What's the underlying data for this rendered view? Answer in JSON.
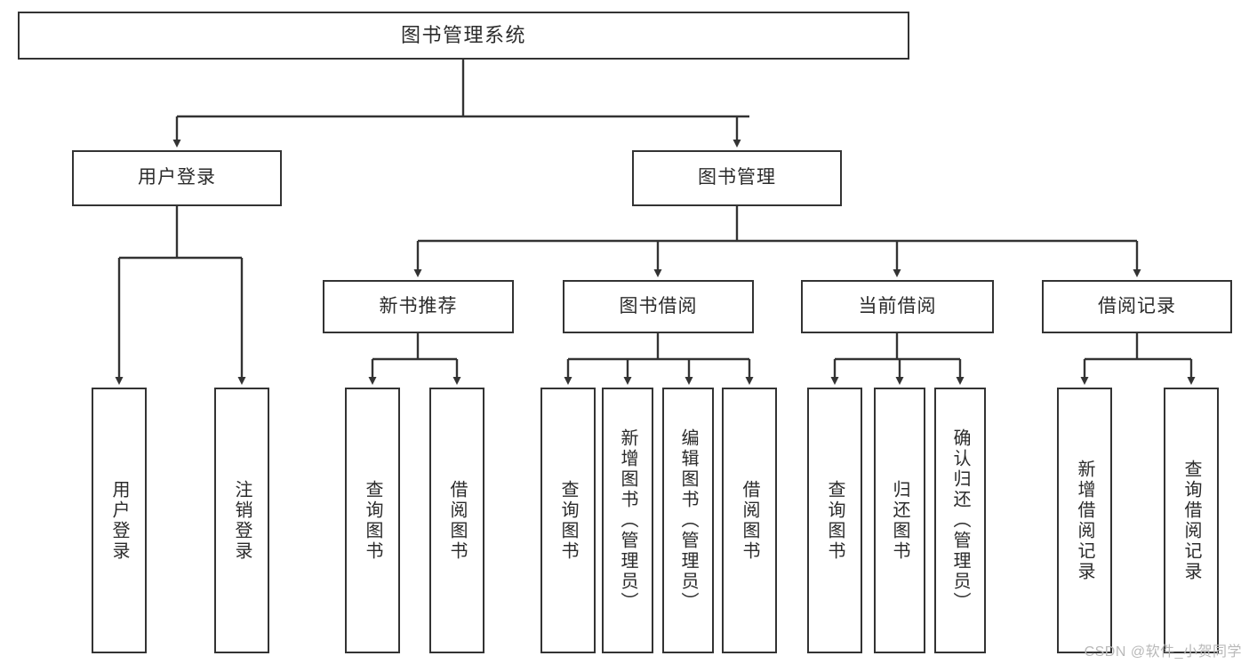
{
  "diagram": {
    "type": "tree-hierarchy-chart",
    "title": "图书管理系统",
    "orientation": "top-down",
    "colors": {
      "box_border": "#333333",
      "box_fill": "#ffffff",
      "connector": "#333333",
      "text": "#2b2b2b",
      "watermark": "#b9b9b9",
      "background": "#ffffff"
    },
    "levels": {
      "root": {
        "label": "图书管理系统"
      },
      "level2": [
        {
          "label": "用户登录"
        },
        {
          "label": "图书管理"
        }
      ],
      "level3": [
        {
          "label": "新书推荐"
        },
        {
          "label": "图书借阅"
        },
        {
          "label": "当前借阅"
        },
        {
          "label": "借阅记录"
        }
      ],
      "leaves": {
        "user_login": [
          {
            "label": "用户登录"
          },
          {
            "label": "注销登录"
          }
        ],
        "new_book_recommend": [
          {
            "label": "查询图书"
          },
          {
            "label": "借阅图书"
          }
        ],
        "book_borrow": [
          {
            "label": "查询图书"
          },
          {
            "label": "新增图书（管理员）"
          },
          {
            "label": "编辑图书（管理员）"
          },
          {
            "label": "借阅图书"
          }
        ],
        "current_borrow": [
          {
            "label": "查询图书"
          },
          {
            "label": "归还图书"
          },
          {
            "label": "确认归还（管理员）"
          }
        ],
        "borrow_records": [
          {
            "label": "新增借阅记录"
          },
          {
            "label": "查询借阅记录"
          }
        ]
      }
    }
  },
  "watermark": {
    "text": "CSDN @软件_小贺同学"
  }
}
